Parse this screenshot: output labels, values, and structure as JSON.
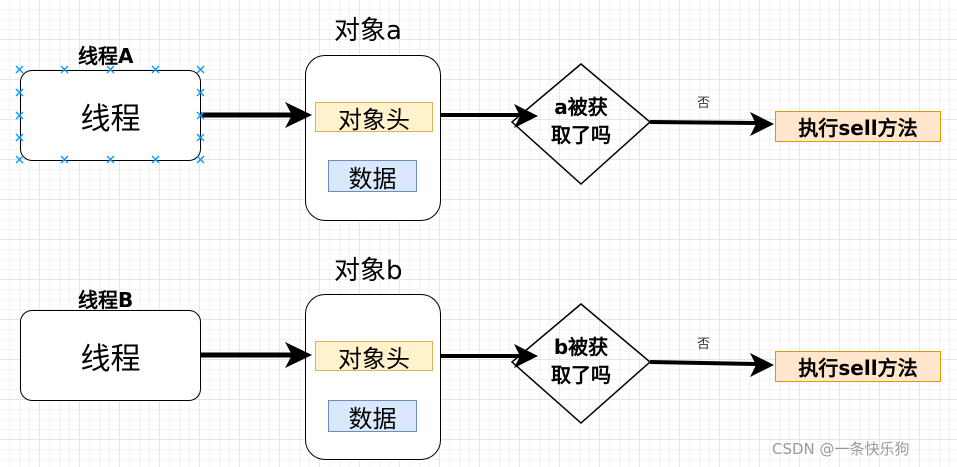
{
  "flows": [
    {
      "thread_title": "线程A",
      "thread_label": "线程",
      "object_title": "对象a",
      "header_label": "对象头",
      "data_label": "数据",
      "decision_line1": "a被获",
      "decision_line2": "取了吗",
      "edge_label": "否",
      "action_label": "执行sell方法",
      "thread_selected": true
    },
    {
      "thread_title": "线程B",
      "thread_label": "线程",
      "object_title": "对象b",
      "header_label": "对象头",
      "data_label": "数据",
      "decision_line1": "b被获",
      "decision_line2": "取了吗",
      "edge_label": "否",
      "action_label": "执行sell方法",
      "thread_selected": false
    }
  ],
  "watermark": "CSDN @一条快乐狗",
  "colors": {
    "header_fill": "#fff2cc",
    "header_stroke": "#d6b656",
    "data_fill": "#dae8fc",
    "data_stroke": "#6c8ebf",
    "action_fill": "#ffe6cc",
    "action_stroke": "#d79b00",
    "selection_handle": "#0099ff"
  }
}
